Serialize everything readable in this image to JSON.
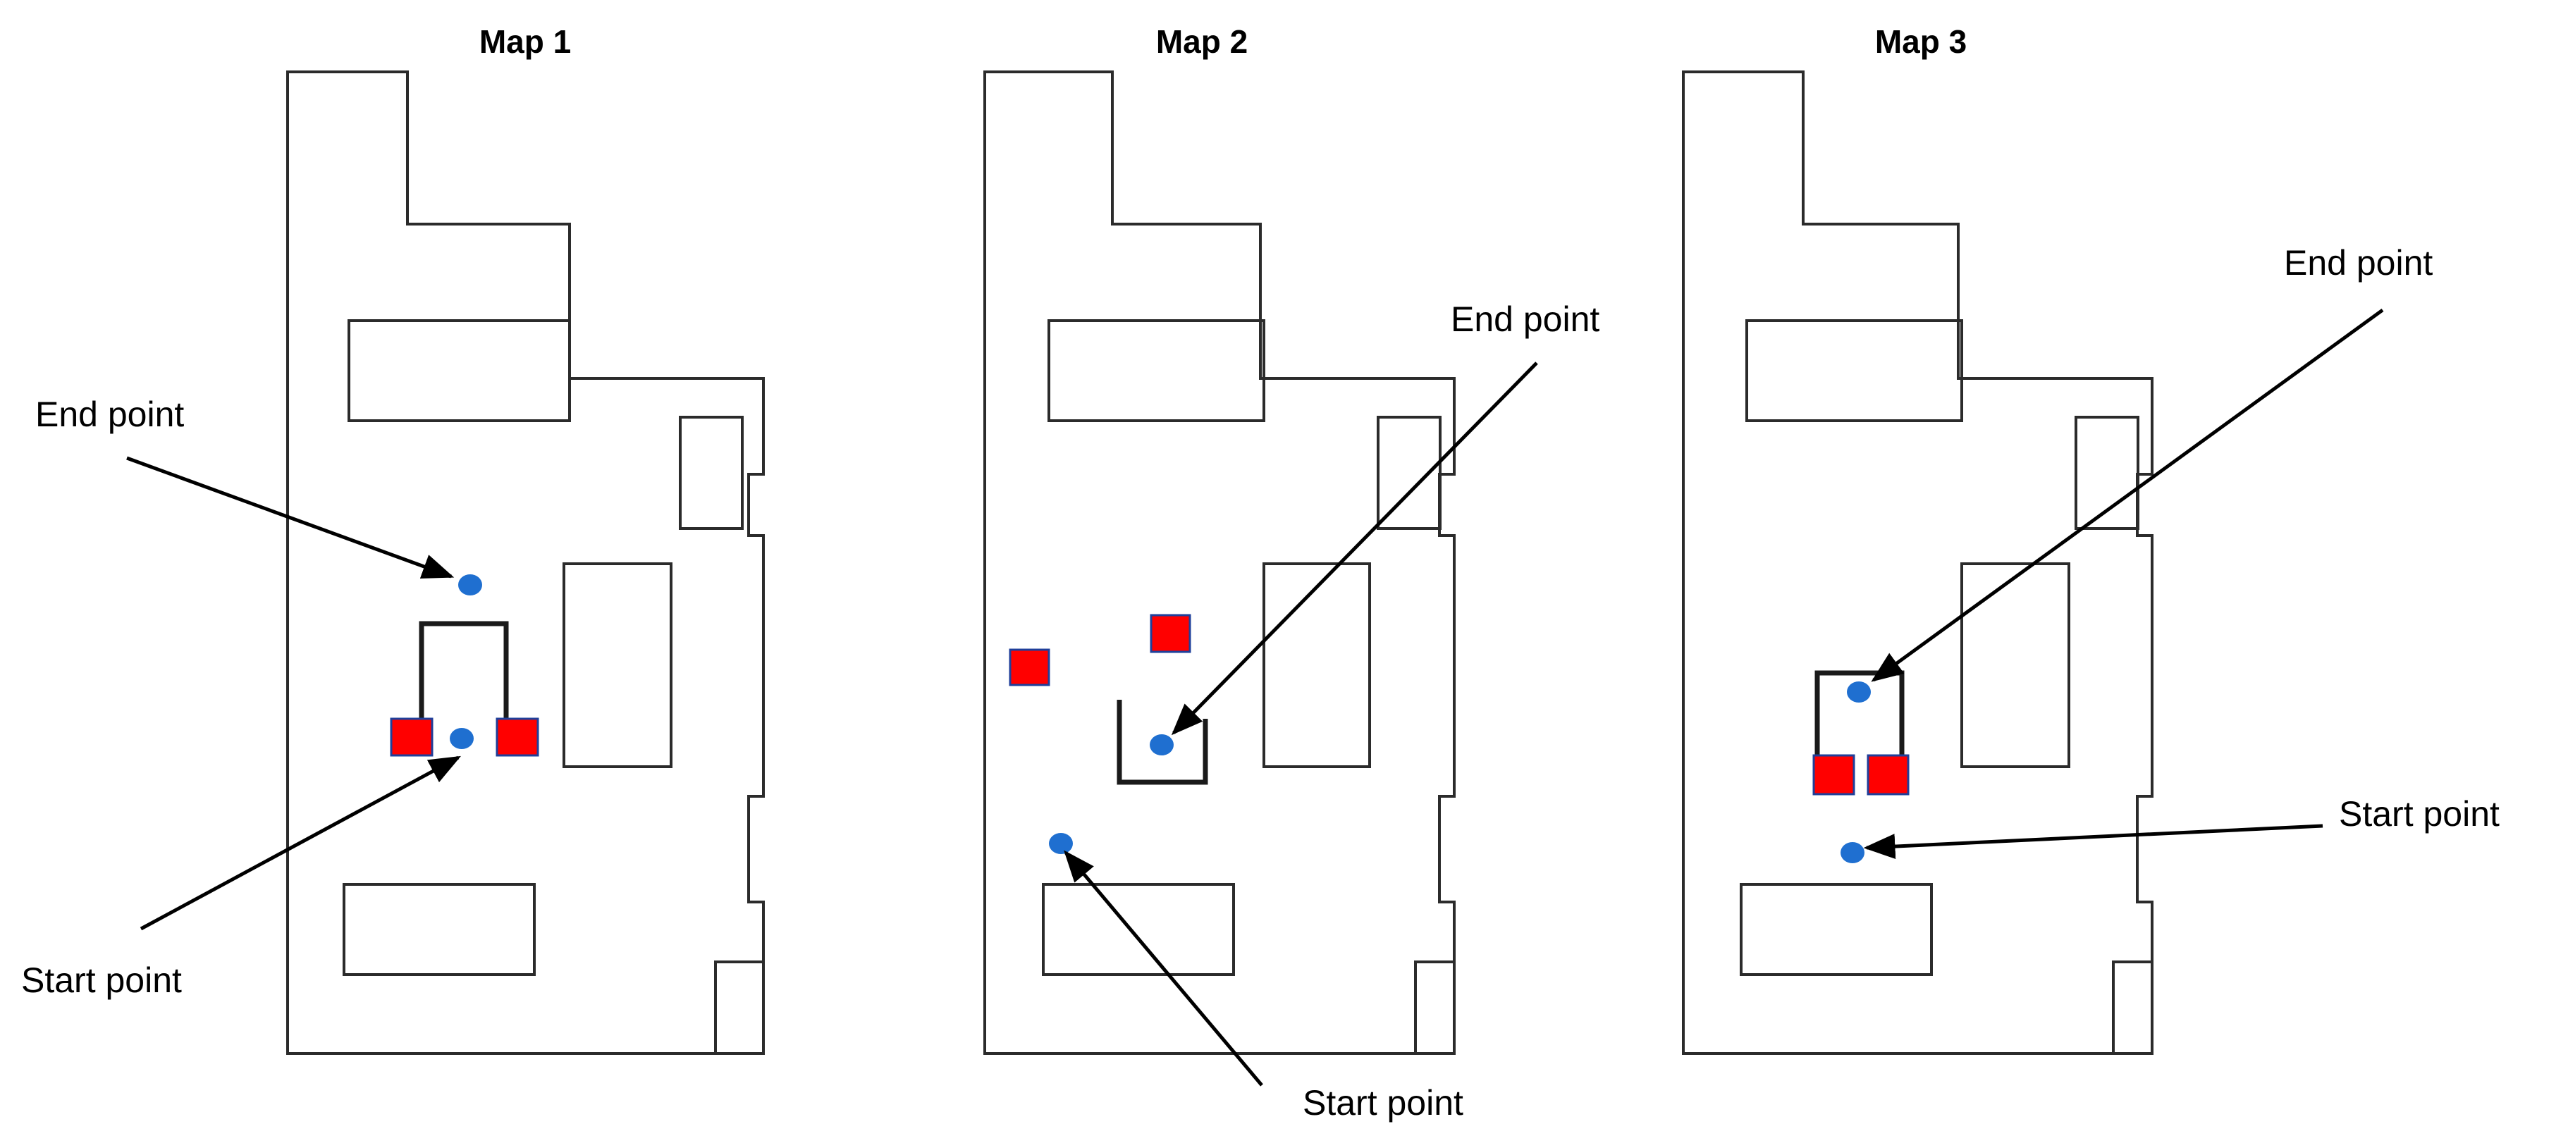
{
  "colors": {
    "obstacle": "#ff0000",
    "obstacle_border": "#1f3f9a",
    "point": "#1f6fd0",
    "outline": "#2b2b2b",
    "arrow": "#000000"
  },
  "maps": [
    {
      "title": "Map 1",
      "labels": {
        "end": "End point",
        "start": "Start point"
      }
    },
    {
      "title": "Map 2",
      "labels": {
        "end": "End point",
        "start": "Start point"
      }
    },
    {
      "title": "Map 3",
      "labels": {
        "end": "End point",
        "start": "Start point"
      }
    }
  ]
}
